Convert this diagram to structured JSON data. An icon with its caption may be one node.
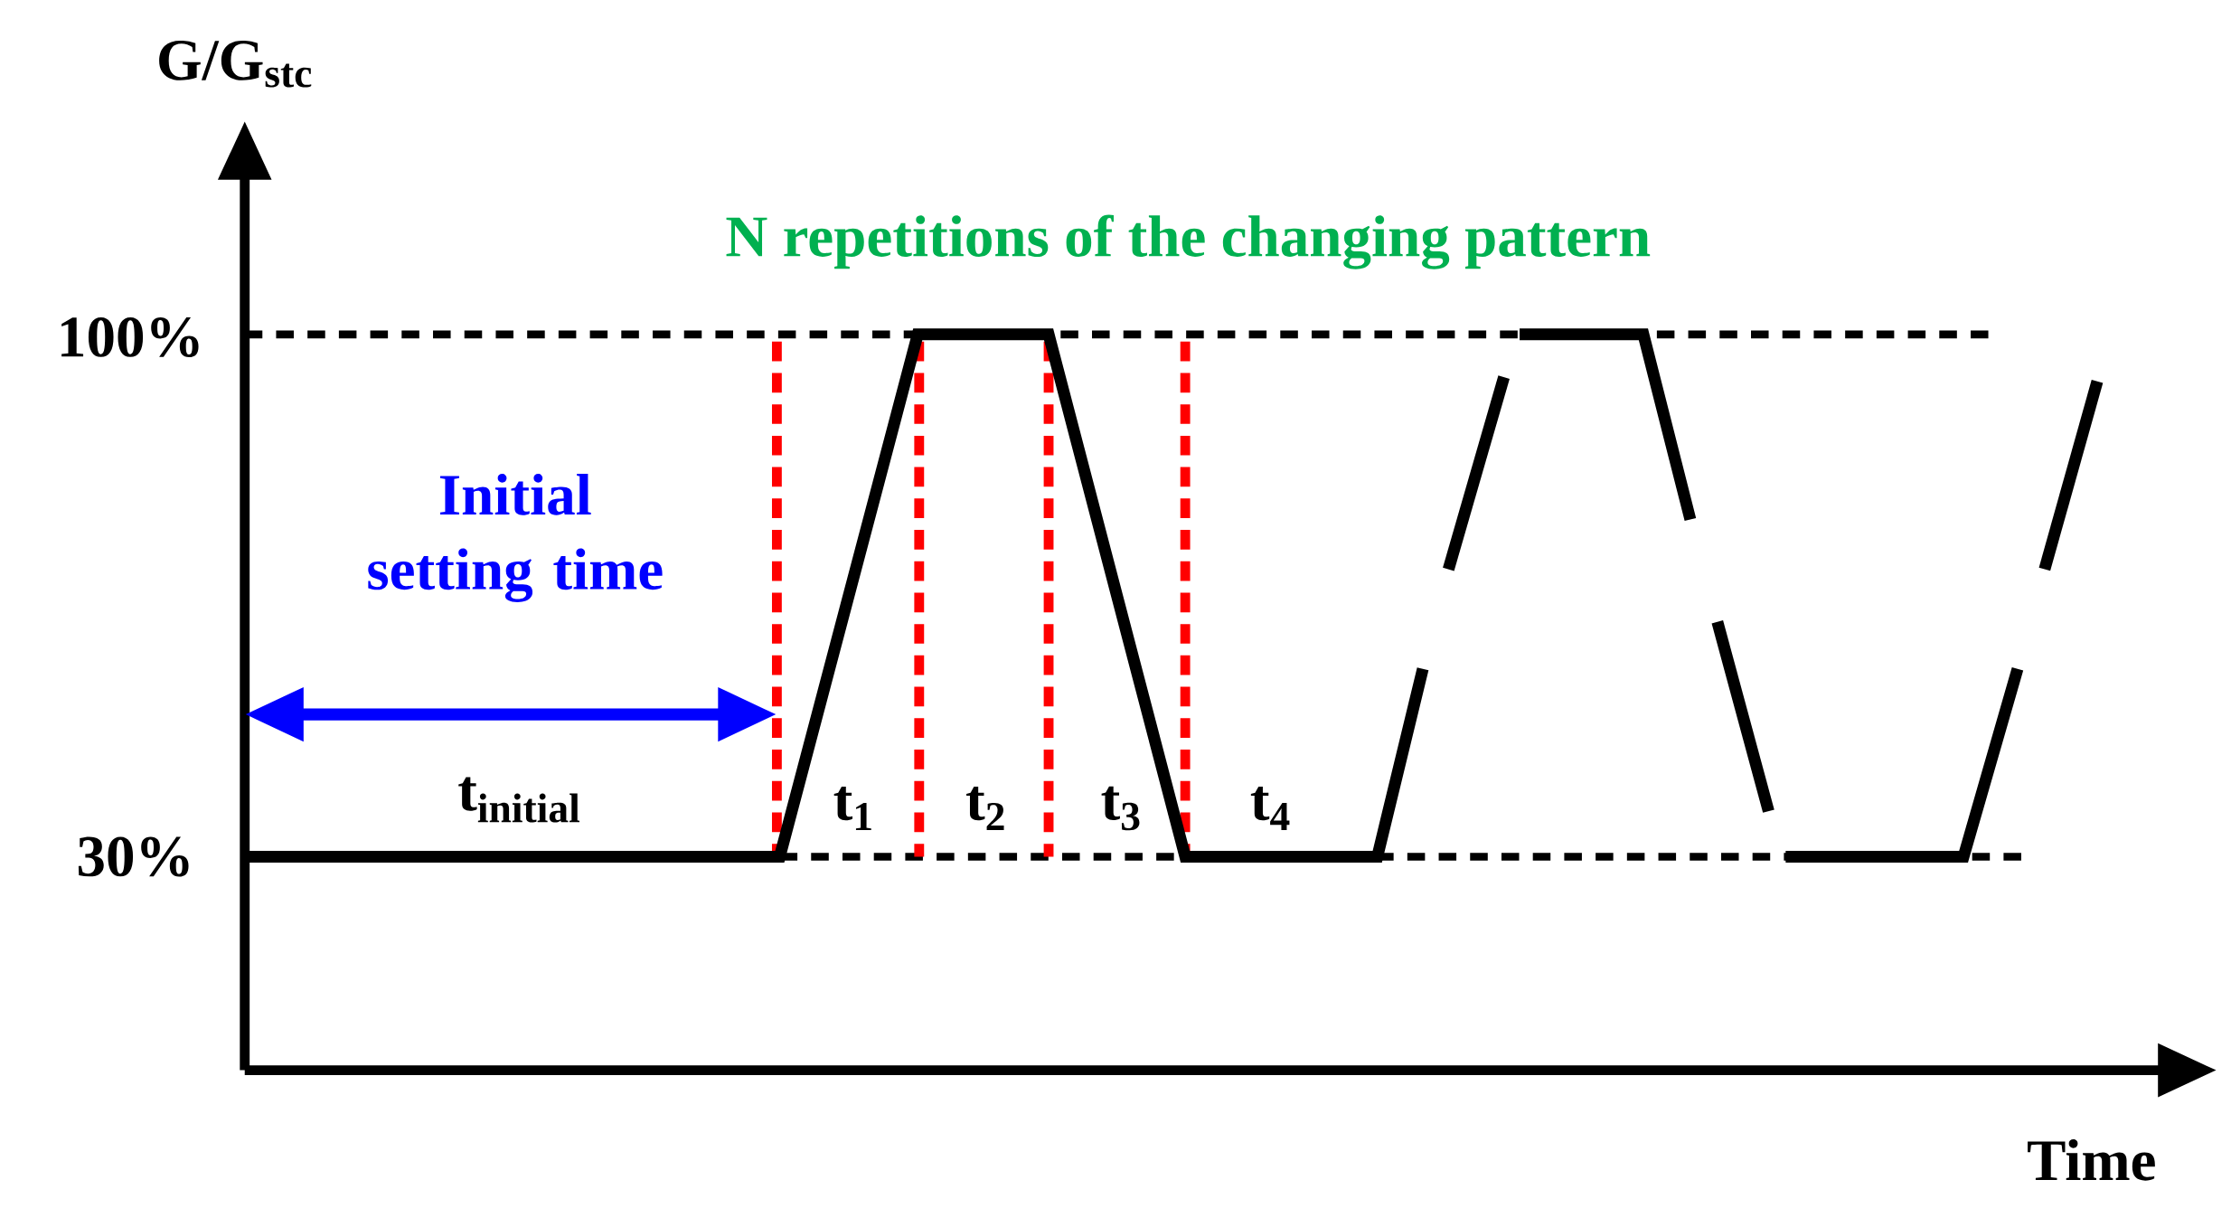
{
  "diagram": {
    "labels": [
      "G/G$_{stc}$",
      "N repetitions of the changing pattern",
      "100%",
      "Initial setting time",
      "t$_{initial}$",
      "t$_{1}$",
      "t$_{2}$",
      "t$_{3}$",
      "t$_{4}$",
      "30%",
      "Time"
    ]
  }
}
